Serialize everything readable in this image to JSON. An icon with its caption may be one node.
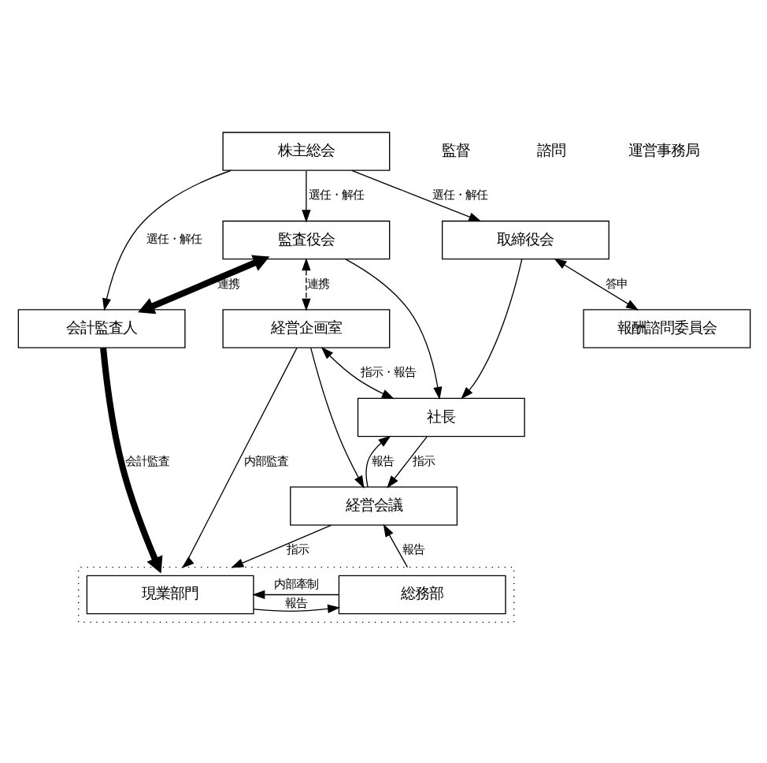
{
  "diagram": {
    "nodes": [
      {
        "text": [
          "株主総会"
        ]
      },
      {
        "text": [
          "取締役会"
        ]
      },
      {
        "text": [
          "監査役会"
        ]
      },
      {
        "text": [
          "会計監査人"
        ]
      },
      {
        "text": [
          "社長"
        ]
      },
      {
        "text": [
          "報酬諮問委員会"
        ]
      },
      {
        "text": [
          "経営会議"
        ]
      },
      {
        "text": [
          "経営企画室"
        ]
      },
      {
        "text": [],
        "shape": "box"
      },
      {
        "text": [
          "現業部門"
        ],
        "in": 8
      },
      {
        "text": [
          "総務部"
        ],
        "in": 8
      }
    ],
    "edges": [
      {
        "from": 0,
        "to": 1,
        "arrow": "to",
        "label": "選任・解任"
      },
      {
        "from": 0,
        "to": 2,
        "arrow": "to",
        "label": "選任・解任"
      },
      {
        "from": 0,
        "to": 3,
        "arrow": "to",
        "label": "選任・解任"
      },
      {
        "from": 2,
        "to": 3,
        "arrow": "both",
        "label": "連携",
        "style": "thick"
      },
      {
        "from": 1,
        "to": 4,
        "arrow": "to"
      },
      {
        "from": 2,
        "to": 4,
        "arrow": "to"
      },
      {
        "from": 1,
        "to": 5,
        "arrow": "both",
        "label": "答申"
      },
      {
        "from": 7,
        "to": 4,
        "arrow": "both",
        "label": "指示・報告"
      },
      {
        "from": 2,
        "to": 7,
        "arrow": "both",
        "label": "連携",
        "style": "dashed"
      },
      {
        "from": 4,
        "to": 6,
        "arrow": "to",
        "label": "指示"
      },
      {
        "from": 6,
        "to": 4,
        "arrow": "to",
        "label": "報告"
      },
      {
        "from": 7,
        "to": 6,
        "arrow": "to"
      },
      {
        "from": 6,
        "to": 8,
        "arrow": "to",
        "label": "指示"
      },
      {
        "from": 8,
        "to": 6,
        "arrow": "to",
        "label": "報告"
      },
      {
        "from": 7,
        "to": 8,
        "arrow": "to",
        "label": "内部監査"
      },
      {
        "from": 9,
        "to": 10,
        "arrow": "to",
        "label": "報告"
      },
      {
        "from": 10,
        "to": 9,
        "arrow": "to",
        "label": "内部牽制"
      },
      {
        "from": 3,
        "to": 8,
        "arrow": "to",
        "label": "会計監査",
        "style": "thick"
      }
    ],
    "labels": [
      "監督",
      "諮問",
      "運営事務局"
    ]
  }
}
